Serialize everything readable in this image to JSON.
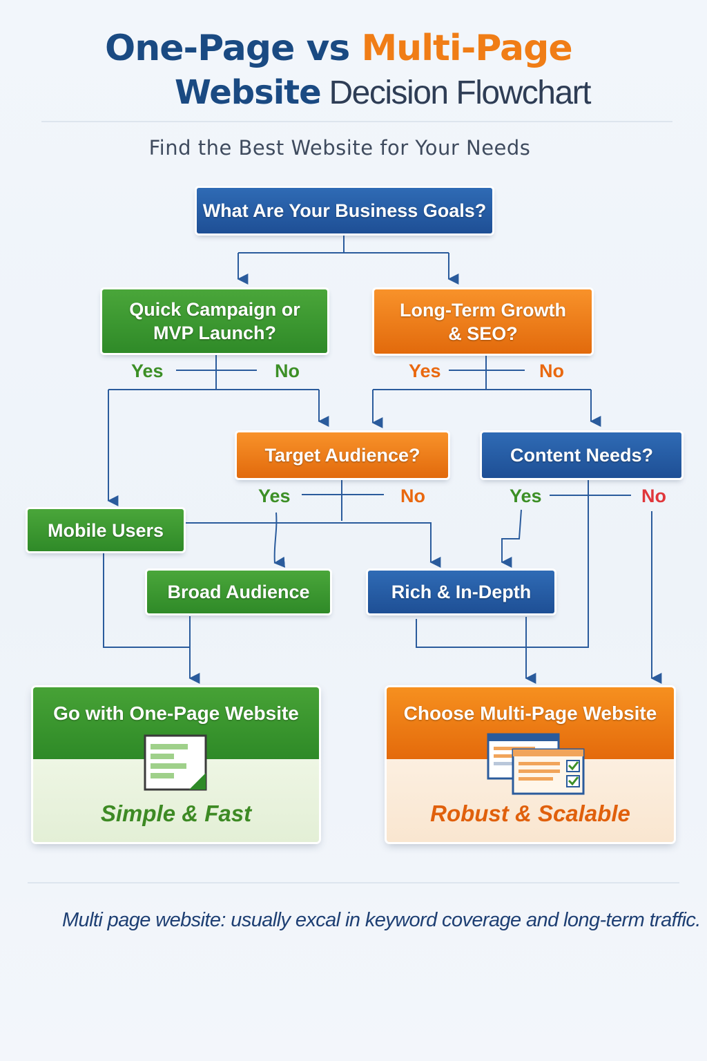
{
  "title": {
    "part1": "One-Page vs ",
    "part2": "Multi-Page",
    "part3": "Website",
    "part4": " Decision Flowchart"
  },
  "subtitle": "Find the Best Website for Your Needs",
  "nodes": {
    "goals": "What Are Your Business Goals?",
    "quick_line1": "Quick Campaign or",
    "quick_line2": "MVP Launch?",
    "longterm_line1": "Long-Term Growth",
    "longterm_line2": "& SEO?",
    "target": "Target Audience?",
    "content": "Content Needs?",
    "mobile": "Mobile Users",
    "broad": "Broad Audience",
    "rich": "Rich & In-Depth"
  },
  "branch_labels": {
    "yes": "Yes",
    "no": "No"
  },
  "outcomes": {
    "one_page": {
      "title": "Go with One-Page Website",
      "tagline": "Simple & Fast"
    },
    "multi_page": {
      "title": "Choose Multi-Page Website",
      "tagline": "Robust & Scalable"
    }
  },
  "footer_note": "Multi page website: usually excal in keyword coverage and long-term traffic.",
  "colors": {
    "blue": "#1e4f95",
    "green": "#2f8a28",
    "orange": "#e26a0c",
    "connector": "#2a5b9c",
    "no_red": "#e0373b"
  },
  "icons": {
    "one_page": "document-icon",
    "multi_page": "browser-windows-icon"
  }
}
